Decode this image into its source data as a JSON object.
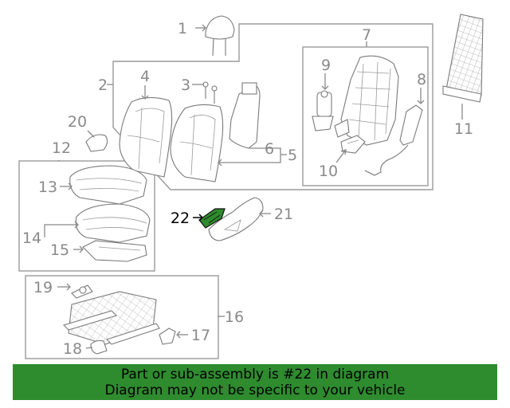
{
  "callouts": [
    "1",
    "2",
    "3",
    "4",
    "5",
    "6",
    "7",
    "8",
    "9",
    "10",
    "11",
    "12",
    "13",
    "14",
    "15",
    "16",
    "17",
    "18",
    "19",
    "20",
    "21",
    "22"
  ],
  "highlight": {
    "callout": "22",
    "color": "#2e8b2e"
  },
  "banner": {
    "line1": "Part or sub-assembly is #22 in diagram",
    "line2": "Diagram may not be specific to your vehicle",
    "background": "#2e8b2e"
  }
}
